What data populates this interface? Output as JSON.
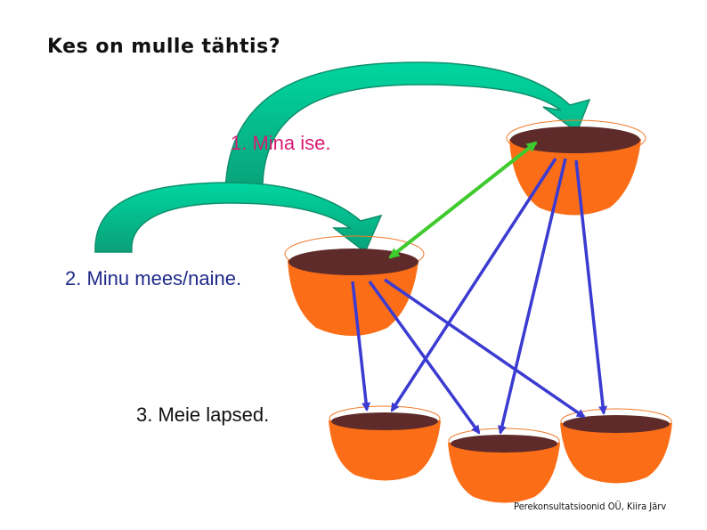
{
  "title": "Kes on mulle tähtis?",
  "labels": {
    "self": "1. Mina ise.",
    "spouse": "2. Minu mees/naine.",
    "children": "3. Meie lapsed."
  },
  "footer": "Perekonsultatsioonid OÜ, Kiira Järv",
  "colors": {
    "pot": "#fb6e17",
    "soil": "#5e2b2a",
    "curved_arrow": "#10c8a0",
    "mutual_arrow": "#3fca2e",
    "influence_arrow": "#3b3bd2"
  }
}
